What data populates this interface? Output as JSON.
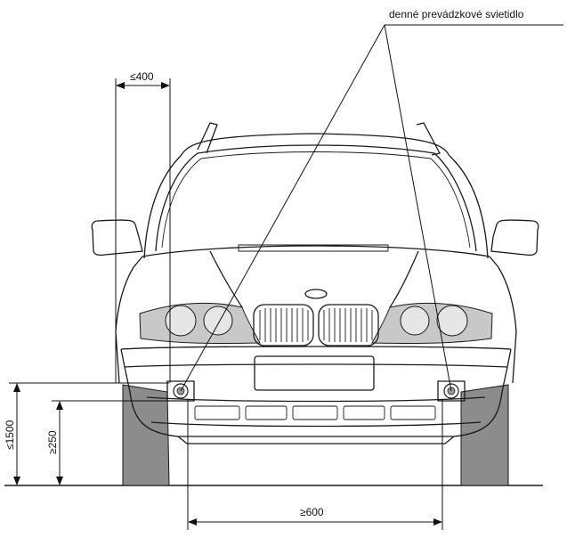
{
  "labels": {
    "callout": "denné prevádzkové svietidlo",
    "dim_top": "≤400",
    "dim_bottom": "≥600",
    "dim_left_outer": "≤1500",
    "dim_left_inner": "≥250"
  },
  "colors": {
    "line": "#1a1a1a",
    "tire": "#8c8c8c",
    "lamp_shadow": "#c8c8c8",
    "ground": "#1a1a1a"
  }
}
